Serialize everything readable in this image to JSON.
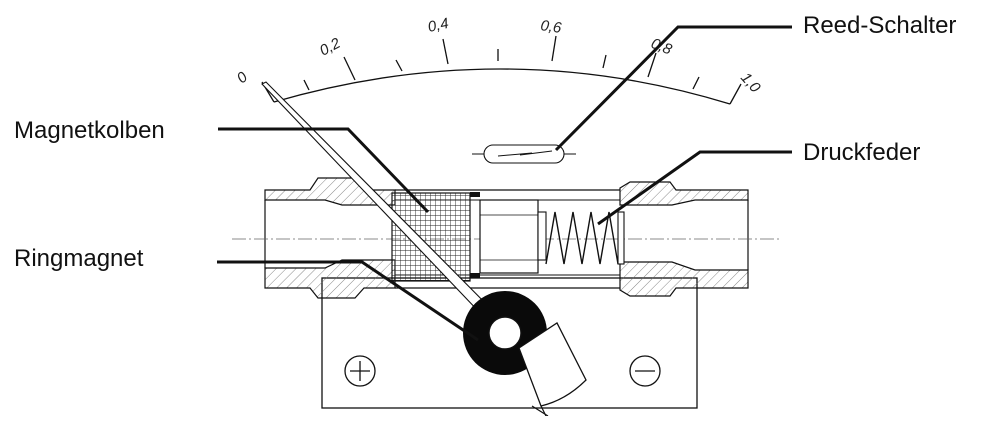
{
  "labels": {
    "reed_switch": "Reed-Schalter",
    "magnet_piston": "Magnetkolben",
    "compression_spring": "Druckfeder",
    "ring_magnet": "Ringmagnet"
  },
  "scale": {
    "ticks": [
      "0",
      "0,2",
      "0,4",
      "0,6",
      "0,8",
      "1,0"
    ]
  },
  "terminals": {
    "positive_symbol": "plus-icon",
    "negative_symbol": "minus-icon"
  },
  "colors": {
    "line": "#111111",
    "hatch": "#6b6b6b",
    "background": "#ffffff"
  }
}
